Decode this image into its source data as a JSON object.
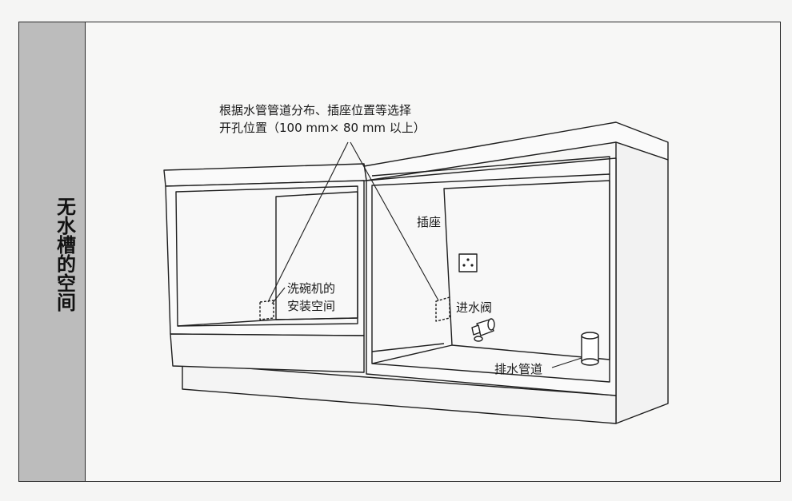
{
  "side_title": "无水槽的空间",
  "labels": {
    "hole_line1": "根据水管管道分布、插座位置等选择",
    "hole_line2": "开孔位置（100 mm× 80 mm 以上）",
    "socket": "插座",
    "dishwasher_line1": "洗碗机的",
    "dishwasher_line2": "安装空间",
    "inlet_valve": "进水阀",
    "drain_pipe": "排水管道"
  }
}
